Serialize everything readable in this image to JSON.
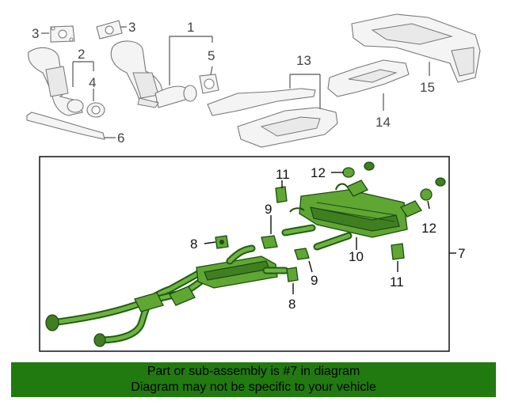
{
  "callouts": {
    "n1": "1",
    "n2": "2",
    "n3a": "3",
    "n3b": "3",
    "n4": "4",
    "n5": "5",
    "n6": "6",
    "n7": "7",
    "n8a": "8",
    "n8b": "8",
    "n9a": "9",
    "n9b": "9",
    "n10": "10",
    "n11a": "11",
    "n11b": "11",
    "n12a": "12",
    "n12b": "12",
    "n13": "13",
    "n14": "14",
    "n15": "15"
  },
  "footer": {
    "line1": "Part or sub-assembly is #7 in diagram",
    "line2": "Diagram may not be specific to your vehicle"
  },
  "colors": {
    "highlight": "#5fa633",
    "footer_bg": "#217a0f"
  }
}
